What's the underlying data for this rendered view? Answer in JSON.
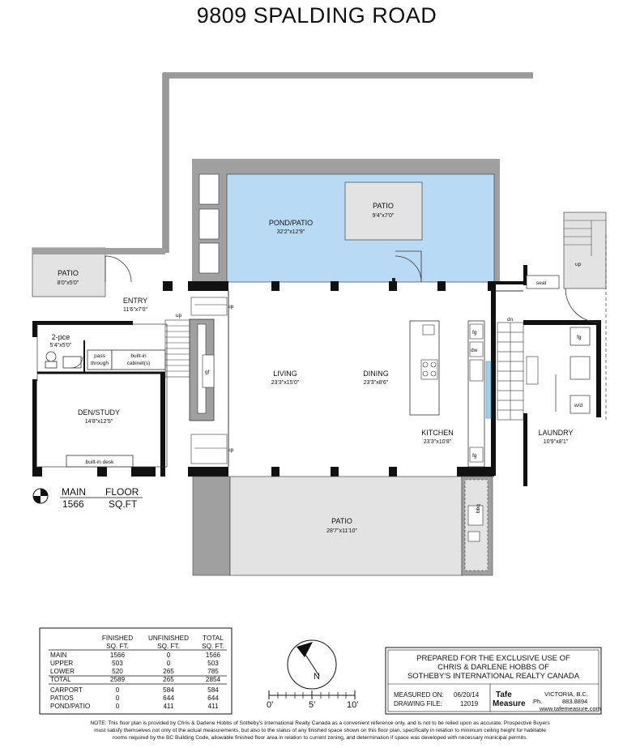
{
  "title": "9809 SPALDING ROAD",
  "rooms": {
    "patio_west": {
      "name": "PATIO",
      "dims": "8'0\"x5'0\""
    },
    "entry": {
      "name": "ENTRY",
      "dims": "11'6\"x7'0\""
    },
    "pond_patio": {
      "name": "POND/PATIO",
      "dims": "32'2\"x12'9\""
    },
    "patio_inner": {
      "name": "PATIO",
      "dims": "9'4\"x7'0\""
    },
    "two_pce": {
      "name": "2-pce",
      "dims": "5'4\"x5'0\""
    },
    "den": {
      "name": "DEN/STUDY",
      "dims": "14'8\"x12'5\""
    },
    "living": {
      "name": "LIVING",
      "dims": "23'3\"x15'0\""
    },
    "dining": {
      "name": "DINING",
      "dims": "23'3\"x8'6\""
    },
    "kitchen": {
      "name": "KITCHEN",
      "dims": "23'3\"x10'8\""
    },
    "laundry": {
      "name": "LAUNDRY",
      "dims": "10'9\"x8'1\""
    },
    "patio_south": {
      "name": "PATIO",
      "dims": "28'7\"x11'10\""
    }
  },
  "fixtures": {
    "pass_through": [
      "pass",
      "through"
    ],
    "built_in_cabinets": [
      "built-in",
      "cabinet(s)"
    ],
    "built_in_desk": "built-in desk",
    "seat": "seat",
    "up": "up",
    "dn": "dn",
    "gf": "gf",
    "fg": "fg",
    "dw": "dw",
    "wd": "w/d",
    "bbq": "bbq"
  },
  "floor_label": {
    "level": "MAIN",
    "floor": "FLOOR",
    "area": "1566",
    "unit": "SQ.FT"
  },
  "area_table": {
    "headers": [
      [
        "",
        "FINISHED",
        "UNFINISHED",
        "TOTAL"
      ],
      [
        "",
        "SQ. FT.",
        "SQ. FT.",
        "SQ. FT."
      ]
    ],
    "rows": [
      [
        "MAIN",
        "1566",
        "0",
        "1566"
      ],
      [
        "UPPER",
        "503",
        "0",
        "503"
      ],
      [
        "LOWER",
        "520",
        "265",
        "785"
      ],
      [
        "TOTAL",
        "2589",
        "265",
        "2854"
      ],
      [
        "CARPORT",
        "0",
        "584",
        "584"
      ],
      [
        "PATIOS",
        "0",
        "644",
        "644"
      ],
      [
        "POND/PATIO",
        "0",
        "411",
        "411"
      ]
    ]
  },
  "compass": {
    "label": "N"
  },
  "scale": {
    "labels": [
      "0'",
      "5'",
      "10'"
    ]
  },
  "prepared": {
    "line1": "PREPARED FOR THE EXCLUSIVE USE OF",
    "line2": "CHRIS & DARLENE HOBBS OF",
    "line3": "SOTHEBY'S INTERNATIONAL REALTY CANADA",
    "measured_label": "MEASURED ON:",
    "measured_value": "06/20/14",
    "drawing_label": "DRAWING FILE:",
    "drawing_value": "12019",
    "brand_top": "Tafe",
    "brand_bottom": "Measure",
    "city": "VICTORIA, B.C.",
    "phone_label": "Ph.",
    "phone": "883.8894",
    "web": "www.tafemeasure.com"
  },
  "note": [
    "NOTE: This floor plan is provided by Chris & Darlene Hobbs of Sotheby's International Realty Canada as a convenient reference only, and is not to be relied upon as accurate. Prospective Buyers",
    "must satisfy themselves not only of the actual measurements, but also to the status of any finished space shown on this floor plan, specifically in relation to minimum ceiling height for habitable",
    "rooms required by the BC Building Code, allowable finished floor area in relation to current zoning, and determination if space was developed with necessary municipal permits."
  ]
}
